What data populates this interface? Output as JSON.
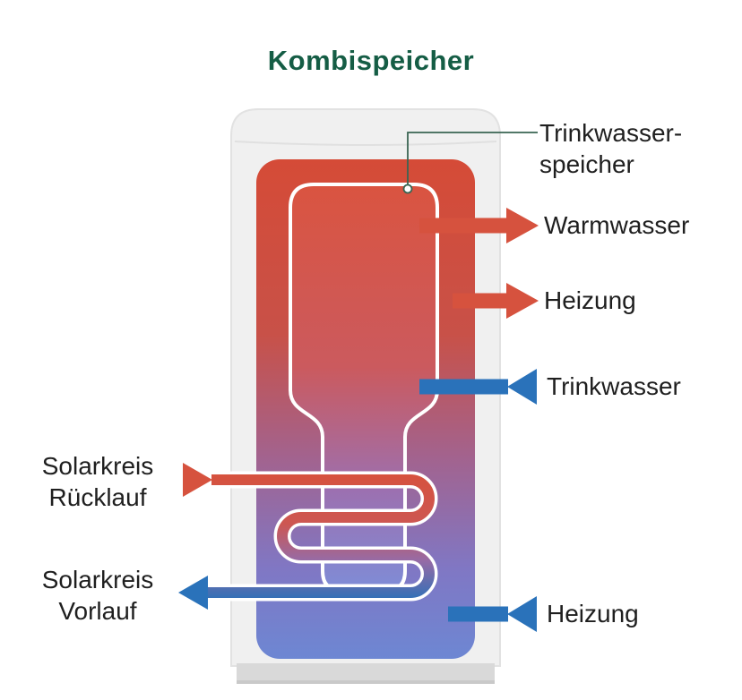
{
  "title": "Kombispeicher",
  "colors": {
    "hot": "#d6523e",
    "cold": "#2a72ba",
    "title": "#155d45",
    "text": "#1f1f1f",
    "pointer": "#3a6553"
  },
  "labels": {
    "tank_pointer": {
      "line1": "Trinkwasser-",
      "line2": "speicher"
    },
    "warmwasser": "Warmwasser",
    "heizung_top": "Heizung",
    "trinkwasser": "Trinkwasser",
    "solar_ruecklauf": {
      "line1": "Solarkreis",
      "line2": "Rücklauf"
    },
    "solar_vorlauf": {
      "line1": "Solarkreis",
      "line2": "Vorlauf"
    },
    "heizung_bottom": "Heizung"
  }
}
